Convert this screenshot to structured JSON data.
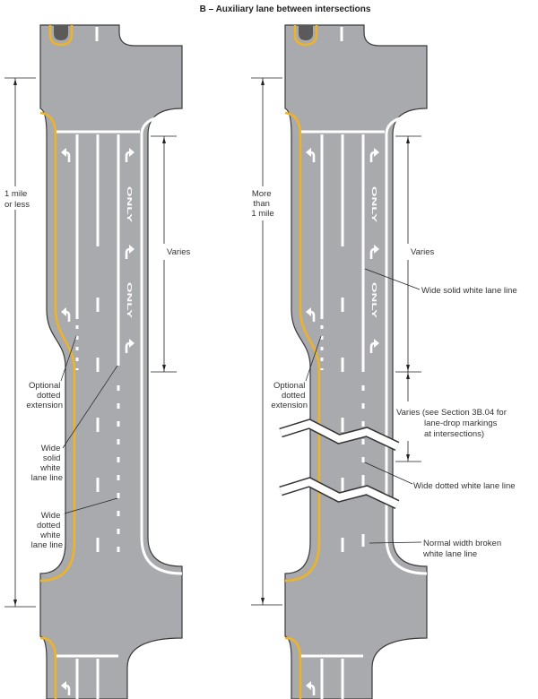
{
  "title": "B – Auxiliary lane between intersections",
  "pavement_text": "ONLY",
  "colors": {
    "pavement": "#a9aaad",
    "yellow_line": "#f0b323",
    "white_line": "#ffffff"
  },
  "left_panel": {
    "distance_label": [
      "1 mile",
      "or less"
    ],
    "varies_label": "Varies",
    "optional_label": [
      "Optional",
      "dotted",
      "extension"
    ],
    "solid_label": [
      "Wide",
      "solid",
      "white",
      "lane line"
    ],
    "dotted_label": [
      "Wide",
      "dotted",
      "white",
      "lane line"
    ]
  },
  "right_panel": {
    "distance_label": [
      "More",
      "than",
      "1 mile"
    ],
    "varies_label": "Varies",
    "varies_note": [
      "Varies (see Section 3B.04 for",
      "lane-drop markings",
      "at intersections)"
    ],
    "solid_label": "Wide solid white lane line",
    "optional_label": [
      "Optional",
      "dotted",
      "extension"
    ],
    "dotted_label": "Wide dotted white lane line",
    "broken_label": [
      "Normal width broken",
      "white lane line"
    ]
  }
}
